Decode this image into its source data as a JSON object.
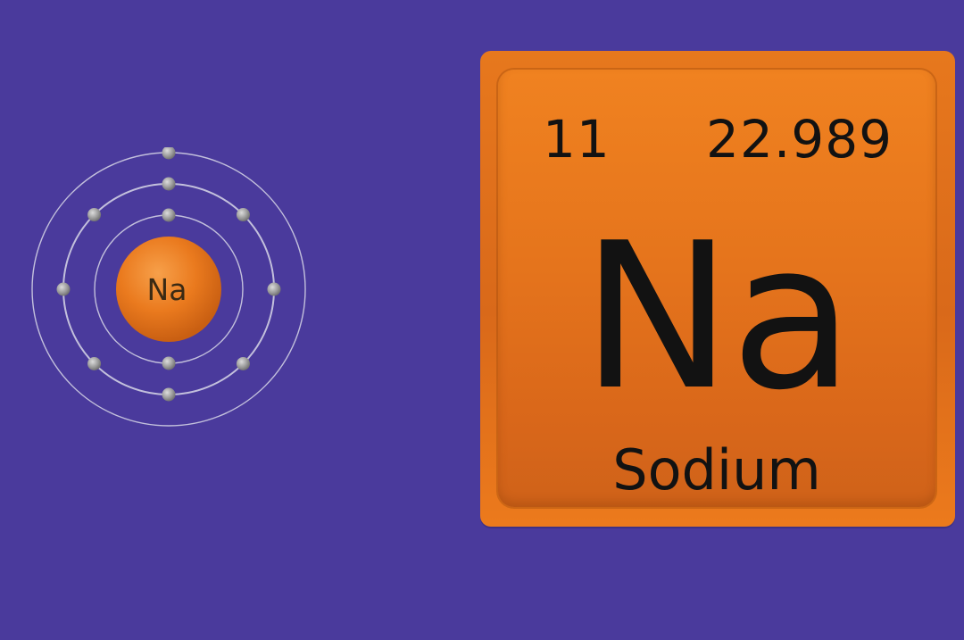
{
  "colors": {
    "background": "#4a3a9c",
    "tile": "#e5741c",
    "nucleus": "#ea7a1e",
    "electron": "#9a9a9a",
    "shell": "#d8d8e8",
    "text": "#121212"
  },
  "atom": {
    "nucleus_label": "Na",
    "shells": [
      {
        "electrons": 2
      },
      {
        "electrons": 8
      },
      {
        "electrons": 1
      }
    ]
  },
  "element": {
    "atomic_number": "11",
    "atomic_mass": "22.989",
    "symbol": "Na",
    "name": "Sodium"
  }
}
